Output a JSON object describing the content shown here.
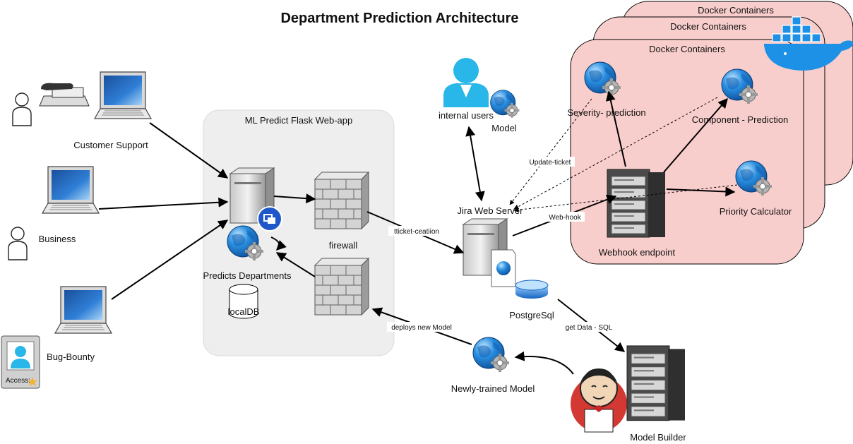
{
  "title": "Department Prediction Architecture",
  "groups": {
    "flask_app": "ML Predict Flask Web-app",
    "docker_back2": "Docker Containers",
    "docker_back1": "Docker Containers",
    "docker_front": "Docker Containers"
  },
  "nodes": {
    "customer_support": "Customer Support",
    "business": "Business",
    "bug_bounty": "Bug-Bounty",
    "badge_text": "Access:",
    "predicts_departments": "Predicts Departments",
    "local_db": "localDB",
    "firewall": "firewall",
    "internal_users": "internal users",
    "model": "Model",
    "jira_web_server": "Jira Web Server",
    "postgresql": "PostgreSql",
    "newly_trained_model": "Newly-trained Model",
    "model_builder": "Model Builder",
    "severity_prediction": "Severity- prediction",
    "component_prediction": "Component - Prediction",
    "priority_calculator": "Priority Calculator",
    "webhook_endpoint": "Webhook endpoint"
  },
  "edges": {
    "ticket_creation": "tticket-ceatiion",
    "update_ticket": "Update-ticket",
    "web_hook": "Web-hook",
    "get_data_sql": "get Data - SQL",
    "deploys_new_model": "deploys new Model"
  },
  "colors": {
    "docker_fill": "#f8cecc",
    "group_fill": "#eeeeee",
    "globe_blue": "#1f78c8",
    "user_cyan": "#29b6e8",
    "jenkins_red": "#d33833"
  },
  "icons": [
    "person-icon",
    "desk-phone-icon",
    "laptop-icon",
    "server-icon",
    "globe-gear-icon",
    "firewall-icon",
    "database-icon",
    "docker-whale-icon",
    "jenkins-icon",
    "id-badge-icon",
    "user-icon"
  ]
}
